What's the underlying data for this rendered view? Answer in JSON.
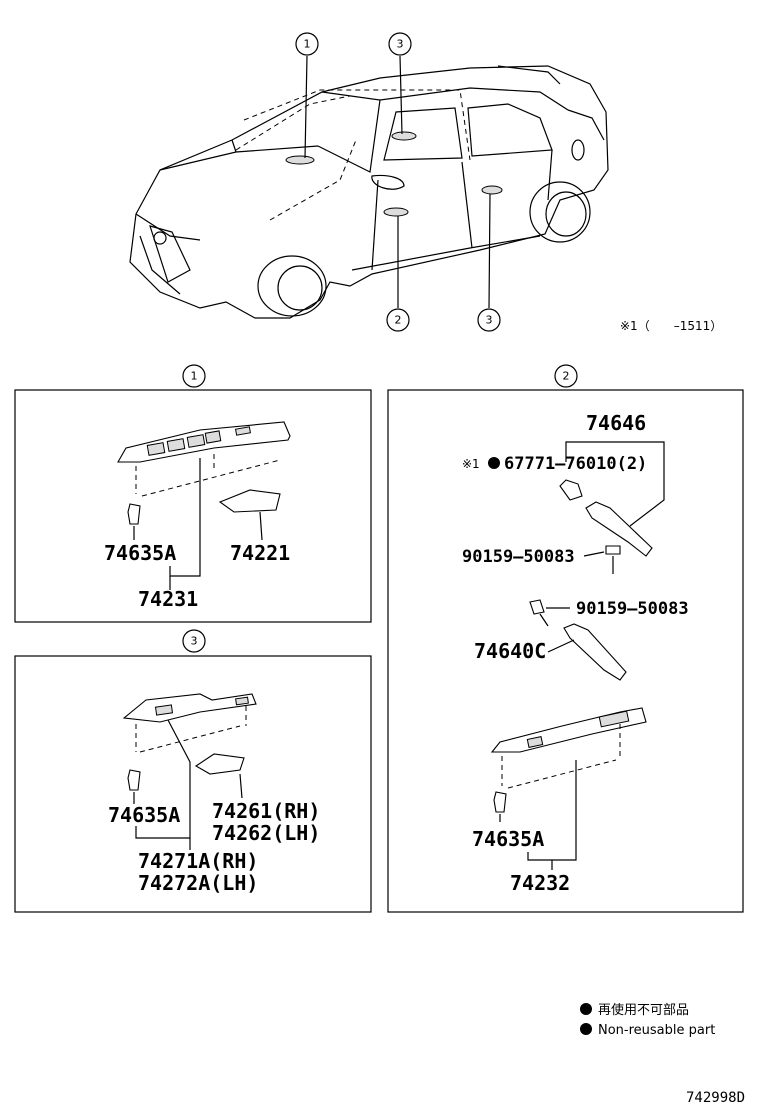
{
  "car": {
    "callouts": [
      "1",
      "3",
      "2",
      "3"
    ],
    "note": "※1（　　–1511）"
  },
  "section1": {
    "callout": "1",
    "parts": {
      "clip": "74635A",
      "cover": "74221",
      "assembly": "74231"
    }
  },
  "section2": {
    "callout": "2",
    "parts": {
      "assembly_top": "74646",
      "note_mark": "※1",
      "nonreusable": "67771–76010(2)",
      "screw1": "90159–50083",
      "screw2": "90159–50083",
      "bracket": "74640C",
      "clip": "74635A",
      "assembly": "74232"
    }
  },
  "section3": {
    "callout": "3",
    "parts": {
      "clip": "74635A",
      "cover_rh": "74261(RH)",
      "cover_lh": "74262(LH)",
      "assembly_rh": "74271A(RH)",
      "assembly_lh": "74272A(LH)"
    }
  },
  "legend": {
    "jp": "再使用不可部品",
    "en": "Non-reusable part"
  },
  "diagram_code": "742998D"
}
